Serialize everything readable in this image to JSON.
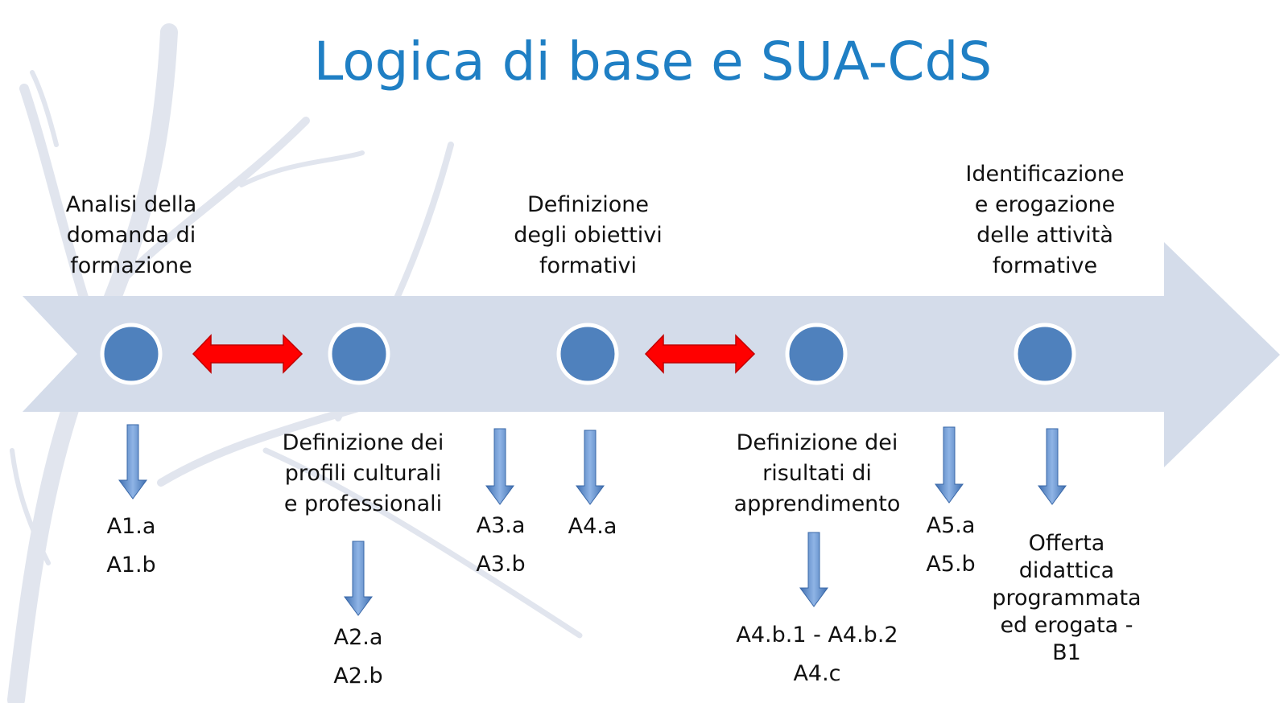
{
  "title": "Logica di base e SUA-CdS",
  "colors": {
    "title": "#1f7fc4",
    "arrow_band": "#d4dcea",
    "node_fill": "#4f81bd",
    "node_stroke": "#ffffff",
    "double_arrow": "#ff0000",
    "down_arrow": "#4f81bd"
  },
  "stages_top": [
    {
      "text": "Analisi della\ndomanda di\nformazione"
    },
    {
      "text": "Definizione\ndegli obiettivi\nformativi"
    },
    {
      "text": "Identificazione\ne erogazione\ndelle attività\nformative"
    }
  ],
  "stages_bottom": [
    {
      "text": "Definizione dei\nprofili culturali\ne professionali"
    },
    {
      "text": "Definizione dei\nrisultati di\napprendimento"
    }
  ],
  "codes": {
    "a1": [
      "A1.a",
      "A1.b"
    ],
    "a2": [
      "A2.a",
      "A2.b"
    ],
    "a3": [
      "A3.a",
      "A3.b"
    ],
    "a4a": [
      "A4.a"
    ],
    "a4b": [
      "A4.b.1 - A4.b.2",
      "A4.c"
    ],
    "a5": [
      "A5.a",
      "A5.b"
    ]
  },
  "offer": "Offerta\ndidattica\nprogrammata\ned erogata -\nB1"
}
